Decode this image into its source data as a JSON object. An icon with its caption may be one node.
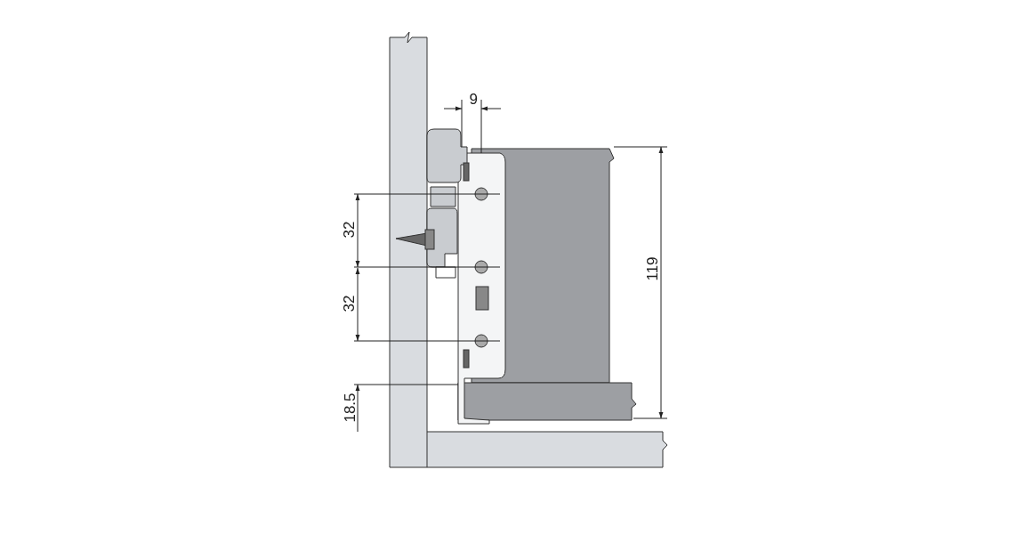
{
  "diagram": {
    "labels": [
      "9",
      "32",
      "32",
      "18.5",
      "119"
    ]
  }
}
